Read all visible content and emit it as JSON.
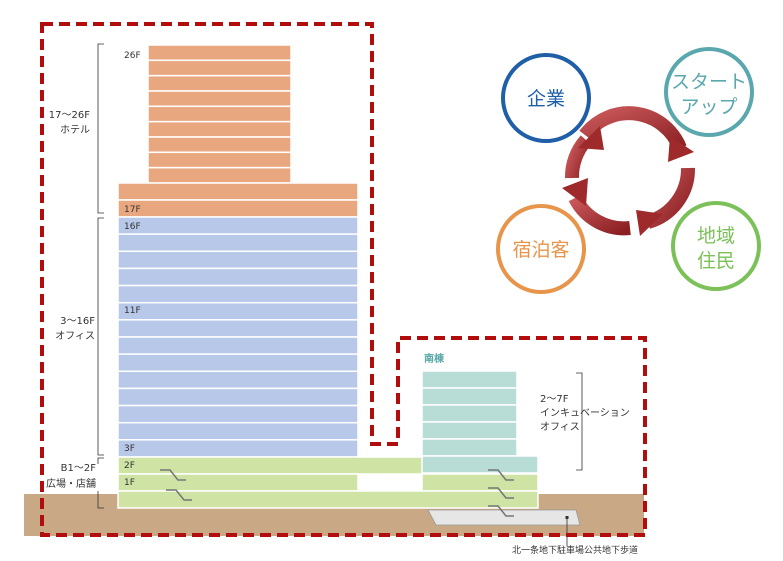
{
  "north_tower": {
    "hotel_range": "17～26F",
    "hotel_use": "ホテル",
    "office_range": "3～16F",
    "office_use": "オフィス",
    "retail_range": "B1～2F",
    "retail_use": "広場・店舗",
    "floor_labels": [
      "26F",
      "17F",
      "16F",
      "11F",
      "3F",
      "2F",
      "1F"
    ]
  },
  "south_building": {
    "title": "南棟",
    "range": "2～7F",
    "use_line1": "インキュベーション",
    "use_line2": "オフィス"
  },
  "underground": {
    "caption": "北一条地下駐車場公共地下歩道"
  },
  "cycle": {
    "nodes": [
      {
        "label1": "企業",
        "label2": "",
        "color": "#1f5fa8"
      },
      {
        "label1": "スタート",
        "label2": "アップ",
        "color": "#5aa8ad"
      },
      {
        "label1": "宿泊客",
        "label2": "",
        "color": "#e8944a"
      },
      {
        "label1": "地域",
        "label2": "住民",
        "color": "#7cc05a"
      }
    ],
    "arrow_color": "#9e2a2b"
  },
  "colors": {
    "hotel": "#e8a77e",
    "office": "#b7c8e8",
    "retail": "#cfe3a5",
    "south": "#b8dcd6",
    "ground": "#c9a985",
    "dashed_border": "#b20d0d"
  }
}
